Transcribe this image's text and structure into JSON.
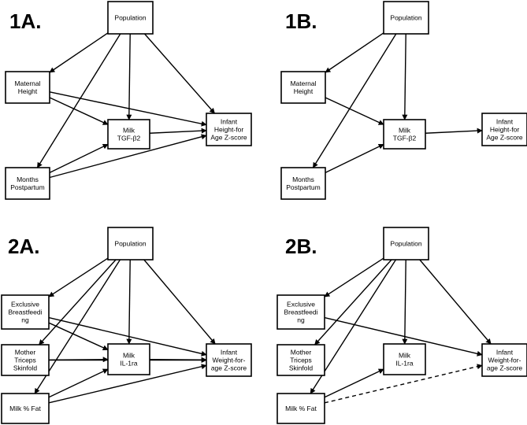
{
  "panels": [
    {
      "id": "1A",
      "label": "1A.",
      "nodes": [
        {
          "id": "pop",
          "lines": [
            "Population"
          ]
        },
        {
          "id": "mh",
          "lines": [
            "Maternal",
            "Height"
          ]
        },
        {
          "id": "milk",
          "lines": [
            "Milk",
            "TGF-β2"
          ]
        },
        {
          "id": "infant",
          "lines": [
            "Infant",
            "Height-for",
            "Age Z-score"
          ]
        },
        {
          "id": "mp",
          "lines": [
            "Months",
            "Postpartum"
          ]
        }
      ],
      "edges": [
        {
          "from": "pop",
          "to": "mh"
        },
        {
          "from": "pop",
          "to": "milk"
        },
        {
          "from": "pop",
          "to": "infant"
        },
        {
          "from": "pop",
          "to": "mp"
        },
        {
          "from": "mh",
          "to": "milk"
        },
        {
          "from": "mh",
          "to": "infant"
        },
        {
          "from": "milk",
          "to": "infant"
        },
        {
          "from": "mp",
          "to": "milk"
        },
        {
          "from": "mp",
          "to": "infant"
        }
      ]
    },
    {
      "id": "1B",
      "label": "1B.",
      "nodes": [
        {
          "id": "pop",
          "lines": [
            "Population"
          ]
        },
        {
          "id": "mh",
          "lines": [
            "Maternal",
            "Height"
          ]
        },
        {
          "id": "milk",
          "lines": [
            "Milk",
            "TGF-β2"
          ]
        },
        {
          "id": "infant",
          "lines": [
            "Infant",
            "Height-for",
            "Age Z-score"
          ]
        },
        {
          "id": "mp",
          "lines": [
            "Months",
            "Postpartum"
          ]
        }
      ],
      "edges": [
        {
          "from": "pop",
          "to": "mh"
        },
        {
          "from": "pop",
          "to": "milk"
        },
        {
          "from": "pop",
          "to": "mp"
        },
        {
          "from": "mh",
          "to": "milk"
        },
        {
          "from": "milk",
          "to": "infant"
        },
        {
          "from": "mp",
          "to": "milk"
        }
      ]
    },
    {
      "id": "2A",
      "label": "2A.",
      "nodes": [
        {
          "id": "pop",
          "lines": [
            "Population"
          ]
        },
        {
          "id": "eb",
          "lines": [
            "Exclusive",
            "Breastfeedi",
            "ng"
          ]
        },
        {
          "id": "mts",
          "lines": [
            "Mother",
            "Triceps",
            "Skinfold"
          ]
        },
        {
          "id": "milk",
          "lines": [
            "Milk",
            "IL-1ra"
          ]
        },
        {
          "id": "infant",
          "lines": [
            "Infant",
            "Weight-for-",
            "age Z-score"
          ]
        },
        {
          "id": "fat",
          "lines": [
            "Milk % Fat"
          ]
        }
      ],
      "edges": [
        {
          "from": "pop",
          "to": "eb"
        },
        {
          "from": "pop",
          "to": "mts"
        },
        {
          "from": "pop",
          "to": "milk"
        },
        {
          "from": "pop",
          "to": "infant"
        },
        {
          "from": "pop",
          "to": "fat"
        },
        {
          "from": "eb",
          "to": "milk"
        },
        {
          "from": "eb",
          "to": "infant"
        },
        {
          "from": "mts",
          "to": "milk"
        },
        {
          "from": "mts",
          "to": "infant"
        },
        {
          "from": "milk",
          "to": "infant"
        },
        {
          "from": "fat",
          "to": "milk"
        },
        {
          "from": "fat",
          "to": "infant"
        }
      ]
    },
    {
      "id": "2B",
      "label": "2B.",
      "nodes": [
        {
          "id": "pop",
          "lines": [
            "Population"
          ]
        },
        {
          "id": "eb",
          "lines": [
            "Exclusive",
            "Breastfeedi",
            "ng"
          ]
        },
        {
          "id": "mts",
          "lines": [
            "Mother",
            "Triceps",
            "Skinfold"
          ]
        },
        {
          "id": "milk",
          "lines": [
            "Milk",
            "IL-1ra"
          ]
        },
        {
          "id": "infant",
          "lines": [
            "Infant",
            "Weight-for-",
            "age Z-score"
          ]
        },
        {
          "id": "fat",
          "lines": [
            "Milk % Fat"
          ]
        }
      ],
      "edges": [
        {
          "from": "pop",
          "to": "eb"
        },
        {
          "from": "pop",
          "to": "mts"
        },
        {
          "from": "pop",
          "to": "milk"
        },
        {
          "from": "pop",
          "to": "infant"
        },
        {
          "from": "pop",
          "to": "fat"
        },
        {
          "from": "eb",
          "to": "infant"
        },
        {
          "from": "fat",
          "to": "milk"
        },
        {
          "from": "fat",
          "to": "infant",
          "style": "dashed"
        }
      ]
    }
  ]
}
